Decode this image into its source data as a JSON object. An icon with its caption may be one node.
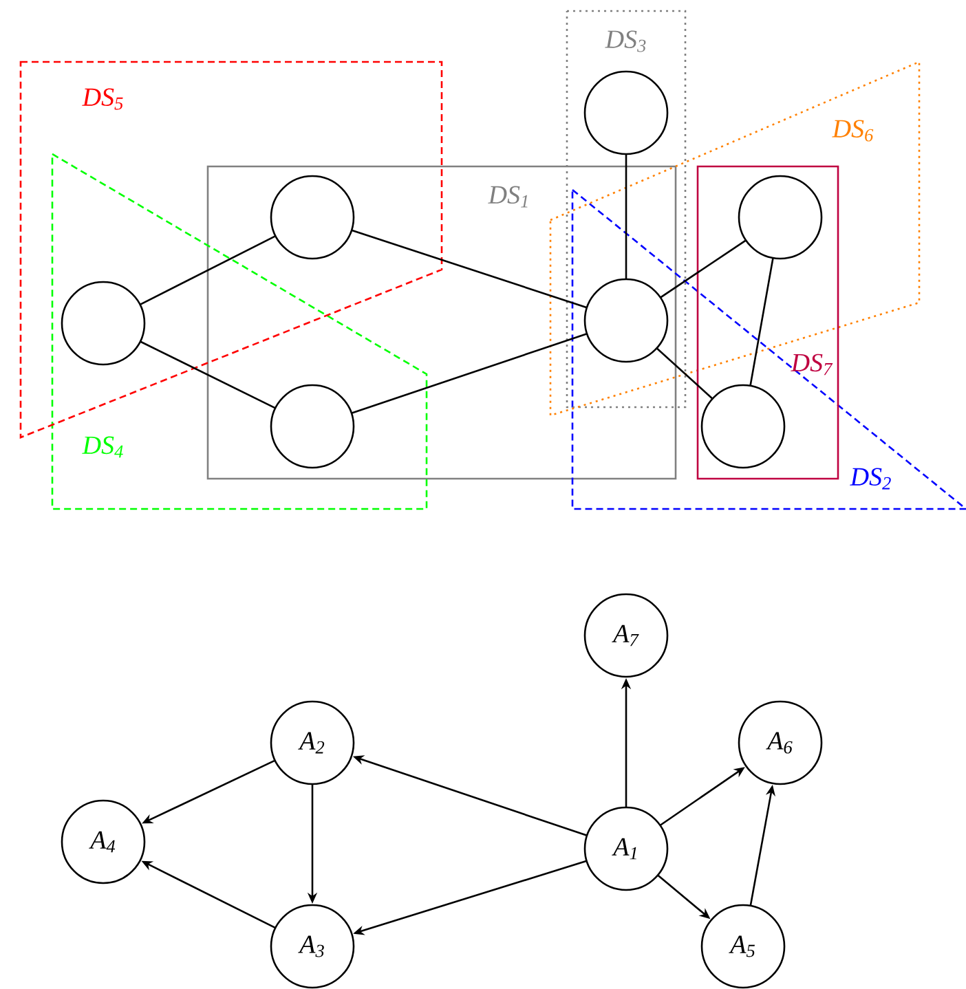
{
  "diagram": {
    "nodes": [
      {
        "text": [
          "DS$_{1}$"
        ]
      },
      {
        "text": [
          "DS$_{2}$"
        ]
      },
      {
        "text": [
          "DS$_{3}$"
        ]
      },
      {
        "text": [
          "DS$_{4}$"
        ]
      },
      {
        "text": [
          "DS$_{5}$"
        ]
      },
      {
        "text": [
          "DS$_{6}$"
        ]
      },
      {
        "text": [
          "DS$_{7}$"
        ]
      },
      {
        "text": [],
        "shape": "circle"
      },
      {
        "text": [],
        "shape": "circle"
      },
      {
        "text": [],
        "shape": "circle"
      },
      {
        "text": [],
        "shape": "circle"
      },
      {
        "text": [],
        "shape": "circle"
      },
      {
        "text": [],
        "shape": "circle"
      },
      {
        "text": [],
        "shape": "circle"
      },
      {
        "text": [
          "A$_{1}$"
        ]
      },
      {
        "text": [
          "A$_{2}$"
        ]
      },
      {
        "text": [
          "A$_{3}$"
        ]
      },
      {
        "text": [
          "A$_{4}$"
        ]
      },
      {
        "text": [
          "A$_{5}$"
        ]
      },
      {
        "text": [
          "A$_{6}$"
        ]
      },
      {
        "text": [
          "A$_{7}$"
        ]
      }
    ],
    "edges": [
      {
        "from": 7,
        "to": 8,
        "arrow": "none"
      },
      {
        "from": 7,
        "to": 9,
        "arrow": "none"
      },
      {
        "from": 8,
        "to": 10,
        "arrow": "none"
      },
      {
        "from": 9,
        "to": 10,
        "arrow": "none"
      },
      {
        "from": 10,
        "to": 11,
        "arrow": "none"
      },
      {
        "from": 10,
        "to": 12,
        "arrow": "none"
      },
      {
        "from": 10,
        "to": 13,
        "arrow": "none"
      },
      {
        "from": 12,
        "to": 13,
        "arrow": "none"
      },
      {
        "from": 14,
        "to": 20,
        "arrow": "to"
      },
      {
        "from": 14,
        "to": 15,
        "arrow": "to"
      },
      {
        "from": 14,
        "to": 16,
        "arrow": "to"
      },
      {
        "from": 14,
        "to": 19,
        "arrow": "to"
      },
      {
        "from": 14,
        "to": 18,
        "arrow": "to"
      },
      {
        "from": 18,
        "to": 19,
        "arrow": "to"
      },
      {
        "from": 15,
        "to": 17,
        "arrow": "to"
      },
      {
        "from": 15,
        "to": 16,
        "arrow": "to"
      },
      {
        "from": 16,
        "to": 17,
        "arrow": "to"
      }
    ]
  }
}
